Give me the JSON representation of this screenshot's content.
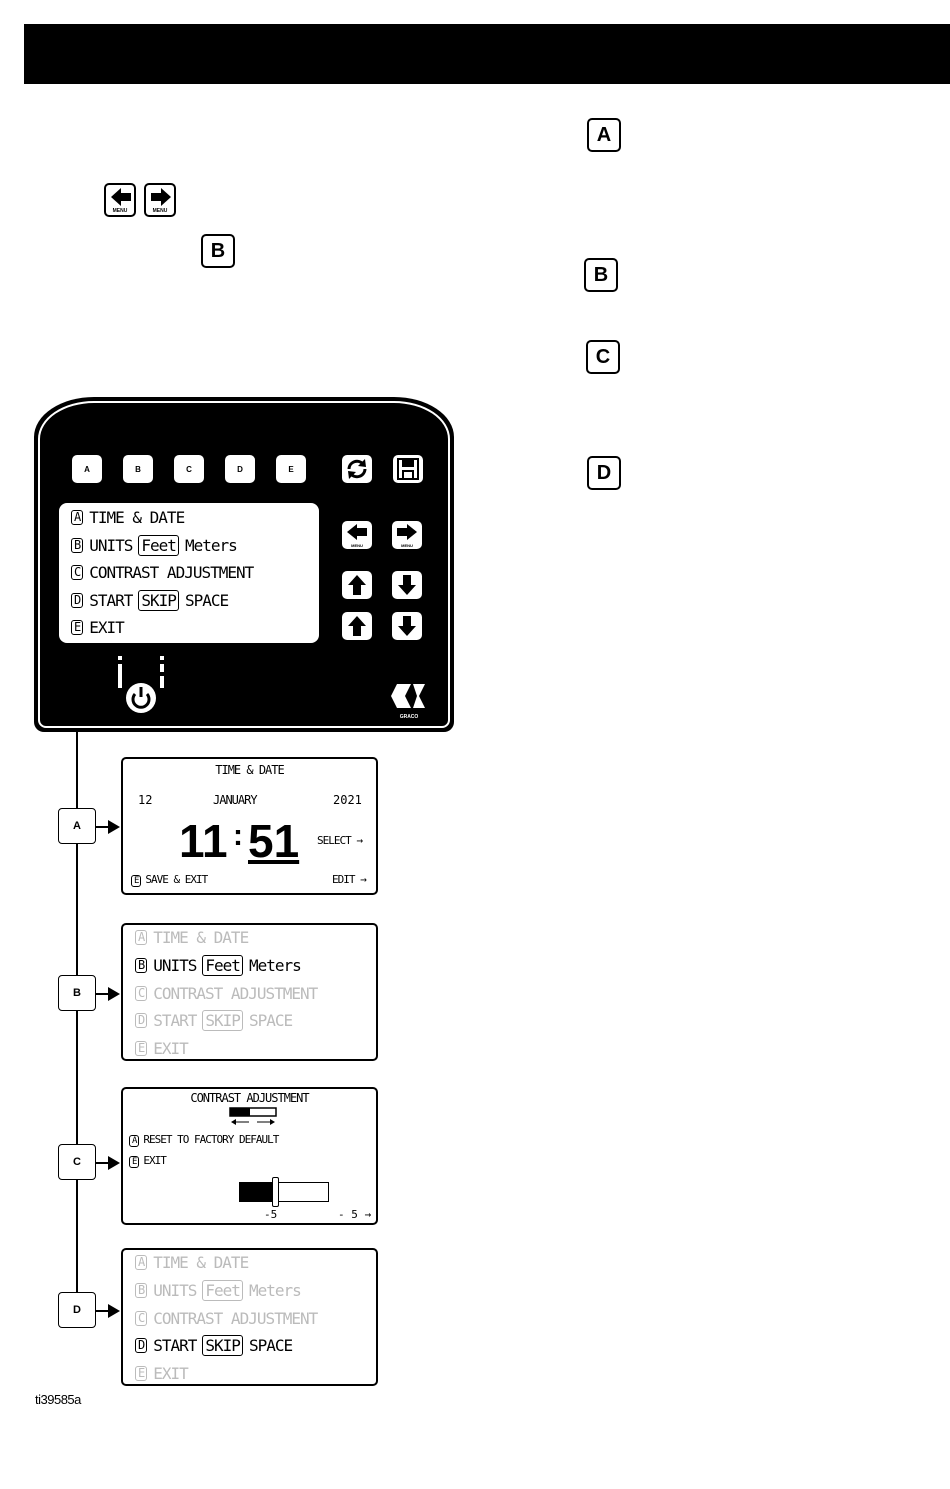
{
  "callouts": {
    "a": "A",
    "b": "B",
    "c": "C",
    "d": "D"
  },
  "intro_menu_keys": {
    "left_caption": "MENU",
    "right_caption": "MENU"
  },
  "controller": {
    "softkeys": [
      "A",
      "B",
      "C",
      "D",
      "E"
    ],
    "menu_caption": "MENU",
    "lcd": {
      "line1": {
        "key": "A",
        "text": "TIME & DATE"
      },
      "line2": {
        "key": "B",
        "text": "UNITS",
        "opt1": "Feet",
        "opt2": "Meters"
      },
      "line3": {
        "key": "C",
        "text": "CONTRAST ADJUSTMENT"
      },
      "line4": {
        "key": "D",
        "text": "START",
        "opt1": "SKIP",
        "opt2": "SPACE"
      },
      "line5": {
        "key": "E",
        "text": "EXIT"
      }
    },
    "brand": "GRACO"
  },
  "screen_a": {
    "title": "TIME & DATE",
    "day": "12",
    "month": "JANUARY",
    "year": "2021",
    "hour": "11",
    "minute": "51",
    "select": "SELECT",
    "save_key": "E",
    "save": "SAVE & EXIT",
    "edit": "EDIT"
  },
  "screen_b": {
    "line1": {
      "key": "A",
      "text": "TIME & DATE"
    },
    "line2": {
      "key": "B",
      "text": "UNITS",
      "opt1": "Feet",
      "opt2": "Meters"
    },
    "line3": {
      "key": "C",
      "text": "CONTRAST ADJUSTMENT"
    },
    "line4": {
      "key": "D",
      "text": "START",
      "opt1": "SKIP",
      "opt2": "SPACE"
    },
    "line5": {
      "key": "E",
      "text": "EXIT"
    }
  },
  "screen_c": {
    "title": "CONTRAST ADJUSTMENT",
    "reset_key": "A",
    "reset": "RESET TO FACTORY DEFAULT",
    "exit_key": "E",
    "exit": "EXIT",
    "slider_label": "-5",
    "value": "- 5",
    "level_fraction": 0.4
  },
  "screen_d": {
    "line1": {
      "key": "A",
      "text": "TIME & DATE"
    },
    "line2": {
      "key": "B",
      "text": "UNITS",
      "opt1": "Feet",
      "opt2": "Meters"
    },
    "line3": {
      "key": "C",
      "text": "CONTRAST ADJUSTMENT"
    },
    "line4": {
      "key": "D",
      "text": "START",
      "opt1": "SKIP",
      "opt2": "SPACE"
    },
    "line5": {
      "key": "E",
      "text": "EXIT"
    }
  },
  "connectors": [
    "A",
    "B",
    "C",
    "D"
  ],
  "figure_id": "ti39585a"
}
